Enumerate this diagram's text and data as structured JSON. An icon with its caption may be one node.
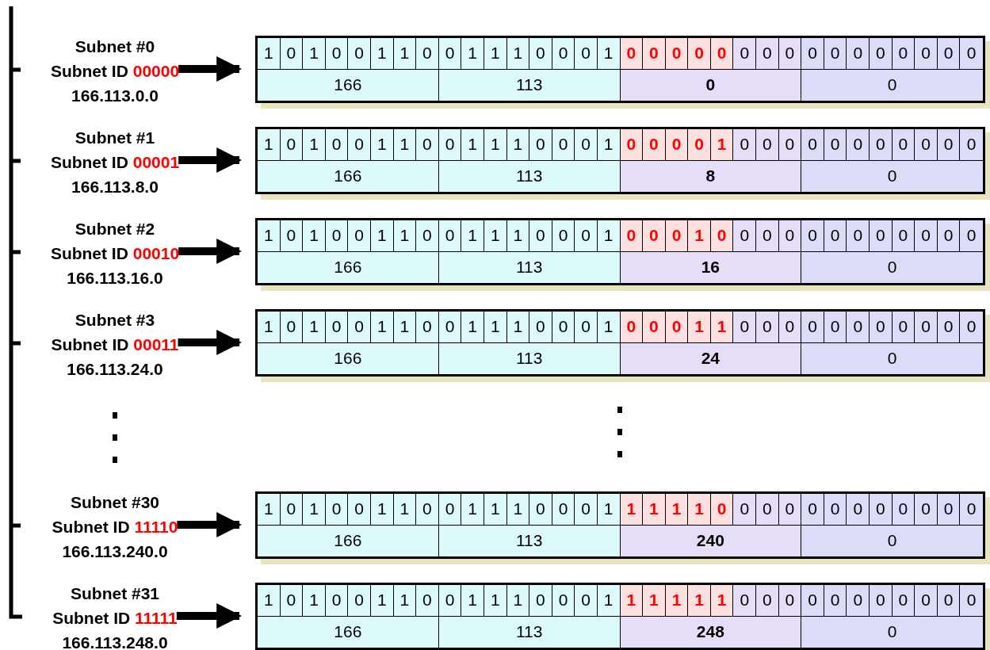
{
  "diagram": {
    "nodes": [
      {
        "text": [
          "Subnet #0",
          "Subnet ID 00000",
          "166.113.0.0"
        ]
      },
      {
        "text": [
          "1",
          "0",
          "1",
          "0",
          "0",
          "1",
          "1",
          "0",
          "0",
          "1",
          "1",
          "1",
          "0",
          "0",
          "0",
          "1",
          "0",
          "0",
          "0",
          "0",
          "0",
          "0",
          "0",
          "0",
          "0",
          "0",
          "0",
          "0",
          "0",
          "0",
          "0",
          "0",
          "166",
          "113",
          "0",
          "0"
        ]
      },
      {
        "text": [
          "Subnet #1",
          "Subnet ID 00001",
          "166.113.8.0"
        ]
      },
      {
        "text": [
          "1",
          "0",
          "1",
          "0",
          "0",
          "1",
          "1",
          "0",
          "0",
          "1",
          "1",
          "1",
          "0",
          "0",
          "0",
          "1",
          "0",
          "0",
          "0",
          "0",
          "1",
          "0",
          "0",
          "0",
          "0",
          "0",
          "0",
          "0",
          "0",
          "0",
          "0",
          "0",
          "166",
          "113",
          "8",
          "0"
        ]
      },
      {
        "text": [
          "Subnet #2",
          "Subnet ID 00010",
          "166.113.16.0"
        ]
      },
      {
        "text": [
          "1",
          "0",
          "1",
          "0",
          "0",
          "1",
          "1",
          "0",
          "0",
          "1",
          "1",
          "1",
          "0",
          "0",
          "0",
          "1",
          "0",
          "0",
          "0",
          "1",
          "0",
          "0",
          "0",
          "0",
          "0",
          "0",
          "0",
          "0",
          "0",
          "0",
          "0",
          "0",
          "166",
          "113",
          "16",
          "0"
        ]
      },
      {
        "text": [
          "Subnet #3",
          "Subnet ID 00011",
          "166.113.24.0"
        ]
      },
      {
        "text": [
          "1",
          "0",
          "1",
          "0",
          "0",
          "1",
          "1",
          "0",
          "0",
          "1",
          "1",
          "1",
          "0",
          "0",
          "0",
          "1",
          "0",
          "0",
          "0",
          "1",
          "1",
          "0",
          "0",
          "0",
          "0",
          "0",
          "0",
          "0",
          "0",
          "0",
          "0",
          "0",
          "166",
          "113",
          "24",
          "0"
        ]
      },
      {
        "text": [
          "Subnet #30",
          "Subnet ID 11110",
          "166.113.240.0"
        ]
      },
      {
        "text": [
          "1",
          "0",
          "1",
          "0",
          "0",
          "1",
          "1",
          "0",
          "0",
          "1",
          "1",
          "1",
          "0",
          "0",
          "0",
          "1",
          "1",
          "1",
          "1",
          "1",
          "0",
          "0",
          "0",
          "0",
          "0",
          "0",
          "0",
          "0",
          "0",
          "0",
          "0",
          "0",
          "166",
          "113",
          "240",
          "0"
        ]
      },
      {
        "text": [
          "Subnet #31",
          "Subnet ID 11111",
          "166.113.248.0"
        ]
      },
      {
        "text": [
          "1",
          "0",
          "1",
          "0",
          "0",
          "1",
          "1",
          "0",
          "0",
          "1",
          "1",
          "1",
          "0",
          "0",
          "0",
          "1",
          "1",
          "1",
          "1",
          "1",
          "1",
          "0",
          "0",
          "0",
          "0",
          "0",
          "0",
          "0",
          "0",
          "0",
          "0",
          "0",
          "166",
          "113",
          "248",
          "0"
        ]
      }
    ],
    "edges": [
      {
        "from": 0,
        "to": 1,
        "arrow": "to"
      },
      {
        "from": 2,
        "to": 3,
        "arrow": "to"
      },
      {
        "from": 4,
        "to": 5,
        "arrow": "to"
      },
      {
        "from": 6,
        "to": 7,
        "arrow": "to"
      },
      {
        "from": 8,
        "to": 9,
        "arrow": "to"
      },
      {
        "from": 10,
        "to": 11,
        "arrow": "to"
      }
    ]
  }
}
